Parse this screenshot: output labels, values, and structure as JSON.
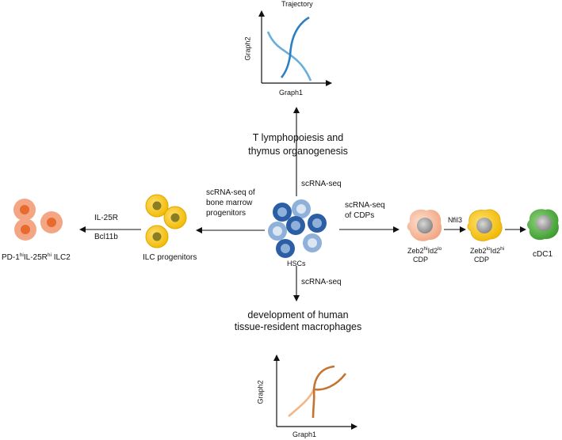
{
  "top_graph": {
    "title": "Trajectory",
    "xlabel": "Graph1",
    "ylabel": "Graph2"
  },
  "bottom_graph": {
    "xlabel": "Graph1",
    "ylabel": "Graph2"
  },
  "center": {
    "label": "HSCs"
  },
  "edges": {
    "up": {
      "method": "scRNA-seq",
      "outcome_line1": "T lymphopoiesis and",
      "outcome_line2": "thymus organogenesis"
    },
    "down": {
      "method": "scRNA-seq",
      "outcome_line1": "development of human",
      "outcome_line2": "tissue-resident macrophages"
    },
    "left": {
      "method_line1": "scRNA-seq of",
      "method_line2": "bone marrow",
      "method_line3": "progenitors"
    },
    "right": {
      "method_line1": "scRNA-seq",
      "method_line2": "of CDPs"
    }
  },
  "left_branch": {
    "progenitors_label": "ILC progenitors",
    "marker1": "IL-25R",
    "marker2": "Bcl11b",
    "ilc2_label": {
      "a": "PD-1",
      "a_sup": "hi",
      "b": "IL-25R",
      "b_sup": "hi",
      "c": " ILC2"
    }
  },
  "right_branch": {
    "cdp1": {
      "a": "Zeb2",
      "a_sup": "hi",
      "b": "Id2",
      "b_sup": "lo",
      "line2": "CDP"
    },
    "factor": "Nfil3",
    "cdp2": {
      "a": "Zeb2",
      "a_sup": "lo",
      "b": "Id2",
      "b_sup": "hi",
      "line2": "CDP"
    },
    "end_label": "cDC1"
  },
  "colors": {
    "hsc_dark": "#2b5ea4",
    "hsc_light": "#8fb0d8",
    "ilc_yellow": "#f0c419",
    "ilc_nucleus": "#8a7d22",
    "ilc2_orange": "#f0a07a",
    "ilc2_nucleus": "#e86a2e",
    "cdp_peach": "#f5b69a",
    "cdc1_green": "#4fab3e",
    "top_curve": "#3a8fd0",
    "bottom_curve": "#c97a36"
  }
}
